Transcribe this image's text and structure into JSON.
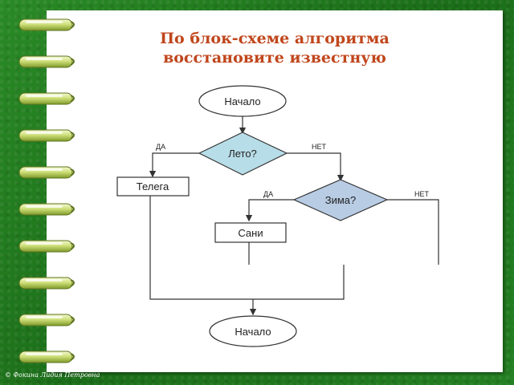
{
  "slide": {
    "title_line1": "По блок-схеме алгоритма",
    "title_line2": "восстановите известную"
  },
  "flowchart": {
    "start_label": "Начало",
    "decision1_label": "Лето?",
    "decision1_yes": "ДА",
    "decision1_no": "НЕТ",
    "box1_label": "Телега",
    "decision2_label": "Зима?",
    "decision2_yes": "ДА",
    "decision2_no": "НЕТ",
    "box2_label": "Сани",
    "end_label": "Начало"
  },
  "colors": {
    "background": "#1f7a1c",
    "title": "#c0461c",
    "decision1_fill": "#b7dde8",
    "decision2_fill": "#b8cce4"
  },
  "footer": {
    "copyright": "© Фокина Лидия Петровна"
  }
}
